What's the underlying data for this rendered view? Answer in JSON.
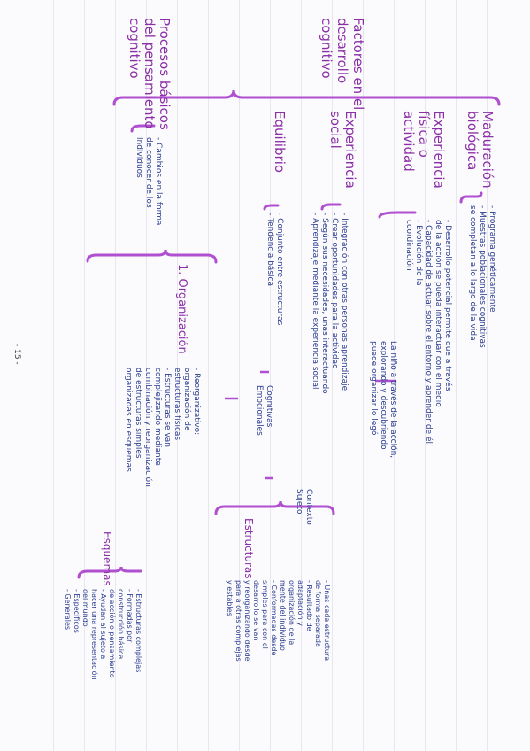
{
  "page_number": "- 15 -",
  "root": {
    "title": [
      "Factores en el",
      "desarrollo",
      "cognitivo"
    ],
    "branches": [
      {
        "title": [
          "Maduración",
          "biológica"
        ],
        "items": [
          "- Programa genéticamente",
          "- Muestras poblacionales cognitivas",
          "  se completan a lo largo de la vida"
        ]
      },
      {
        "title": [
          "Experiencia",
          "física o",
          "actividad"
        ],
        "items": [
          "- Desarrollo potencial permite que a través",
          "  de la acción se pueda interactuar con el medio",
          "- Capacidad de actuar sobre el entorno y aprender de él",
          "- Evolución de la",
          "  coordinación"
        ],
        "note": [
          "La niño a través de la acción,",
          "explorando y descubriendo",
          "puede organizar lo legó"
        ]
      },
      {
        "title": [
          "Experiencia",
          "social"
        ],
        "items": [
          "- Integración con otras personas aprendizaje",
          "- Crear oportunidades para la actividad",
          "- Según sus necesidades, unas interactuando",
          "- Aprendizaje mediante la experiencia social"
        ],
        "note": [
          "Contexto",
          "Sujeto"
        ]
      },
      {
        "title": [
          "Equilibrio"
        ],
        "items": [
          "- Conjunto entre estructuras",
          "- Tendencia básica"
        ],
        "note": [
          "Cognitivas",
          "Emocionales"
        ]
      }
    ]
  },
  "processes": {
    "title": [
      "Procesos básicos",
      "del pensamiento",
      "cognitivo"
    ],
    "items": [
      "- Cambios en la forma",
      "  de conocer de los",
      "  individuos"
    ],
    "organizacion": {
      "title": "1. Organización",
      "items": [
        "- Reorganizativo:",
        "  organización de",
        "  estructuras físicas",
        "- Estructuras se van",
        "  complejizando mediante",
        "  combinación y reorganización",
        "  de estructuras simples",
        "  organizadas en esquemas"
      ]
    },
    "estructuras": {
      "title": "Estructuras",
      "items": [
        "- Unas cada estructura",
        "  de forma separada",
        "- Resultado de",
        "  adaptación y",
        "  organización de la",
        "  mente del individuo",
        "- Conformadas desde",
        "  simples para con el",
        "  desarrollo se van",
        "  y reorganizando desde",
        "  para a otras complejas",
        "  y estables"
      ]
    },
    "esquemas": {
      "title": "Esquemas",
      "items": [
        "- Estructuras complejas",
        "- Formadas por",
        "  construcción básica",
        "  de acción o pensamiento",
        "- Ayudan al sujeto a",
        "  hacer una representación",
        "  del mundo",
        "- Específicos",
        "- Generales"
      ]
    }
  }
}
